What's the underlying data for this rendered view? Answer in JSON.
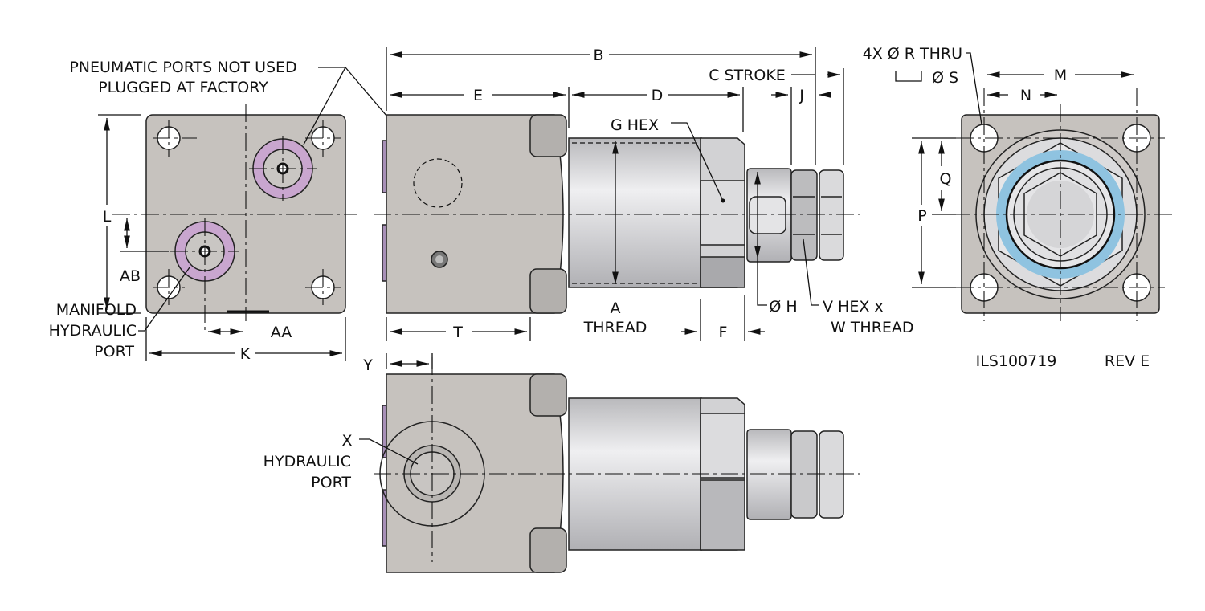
{
  "drawing_number": "ILS100719",
  "revision": "REV E",
  "colors": {
    "body": "#c6c2be",
    "cylinder": "#d8d8da",
    "port_ring": "#c9a6cf",
    "seal_ring": "#8fc3e0"
  },
  "labels": {
    "pneumatic_1": "PNEUMATIC PORTS NOT USED",
    "pneumatic_2": "PLUGGED AT FACTORY",
    "manifold_1": "MANIFOLD",
    "manifold_2": "HYDRAULIC",
    "manifold_3": "PORT",
    "x_port_1": "X",
    "x_port_2": "HYDRAULIC",
    "x_port_3": "PORT",
    "g_hex": "G HEX",
    "a_1": "A",
    "a_2": "THREAD",
    "h": "Ø H",
    "v_1": "V HEX x",
    "v_2": "W THREAD",
    "c_stroke": "C STROKE",
    "r_thru": "4X Ø R THRU",
    "s": "Ø S"
  },
  "dimensions": {
    "B": "B",
    "E": "E",
    "D": "D",
    "J": "J",
    "T": "T",
    "F": "F",
    "L": "L",
    "AB": "AB",
    "AA": "AA",
    "K": "K",
    "Y": "Y",
    "M": "M",
    "N": "N",
    "P": "P",
    "Q": "Q"
  }
}
